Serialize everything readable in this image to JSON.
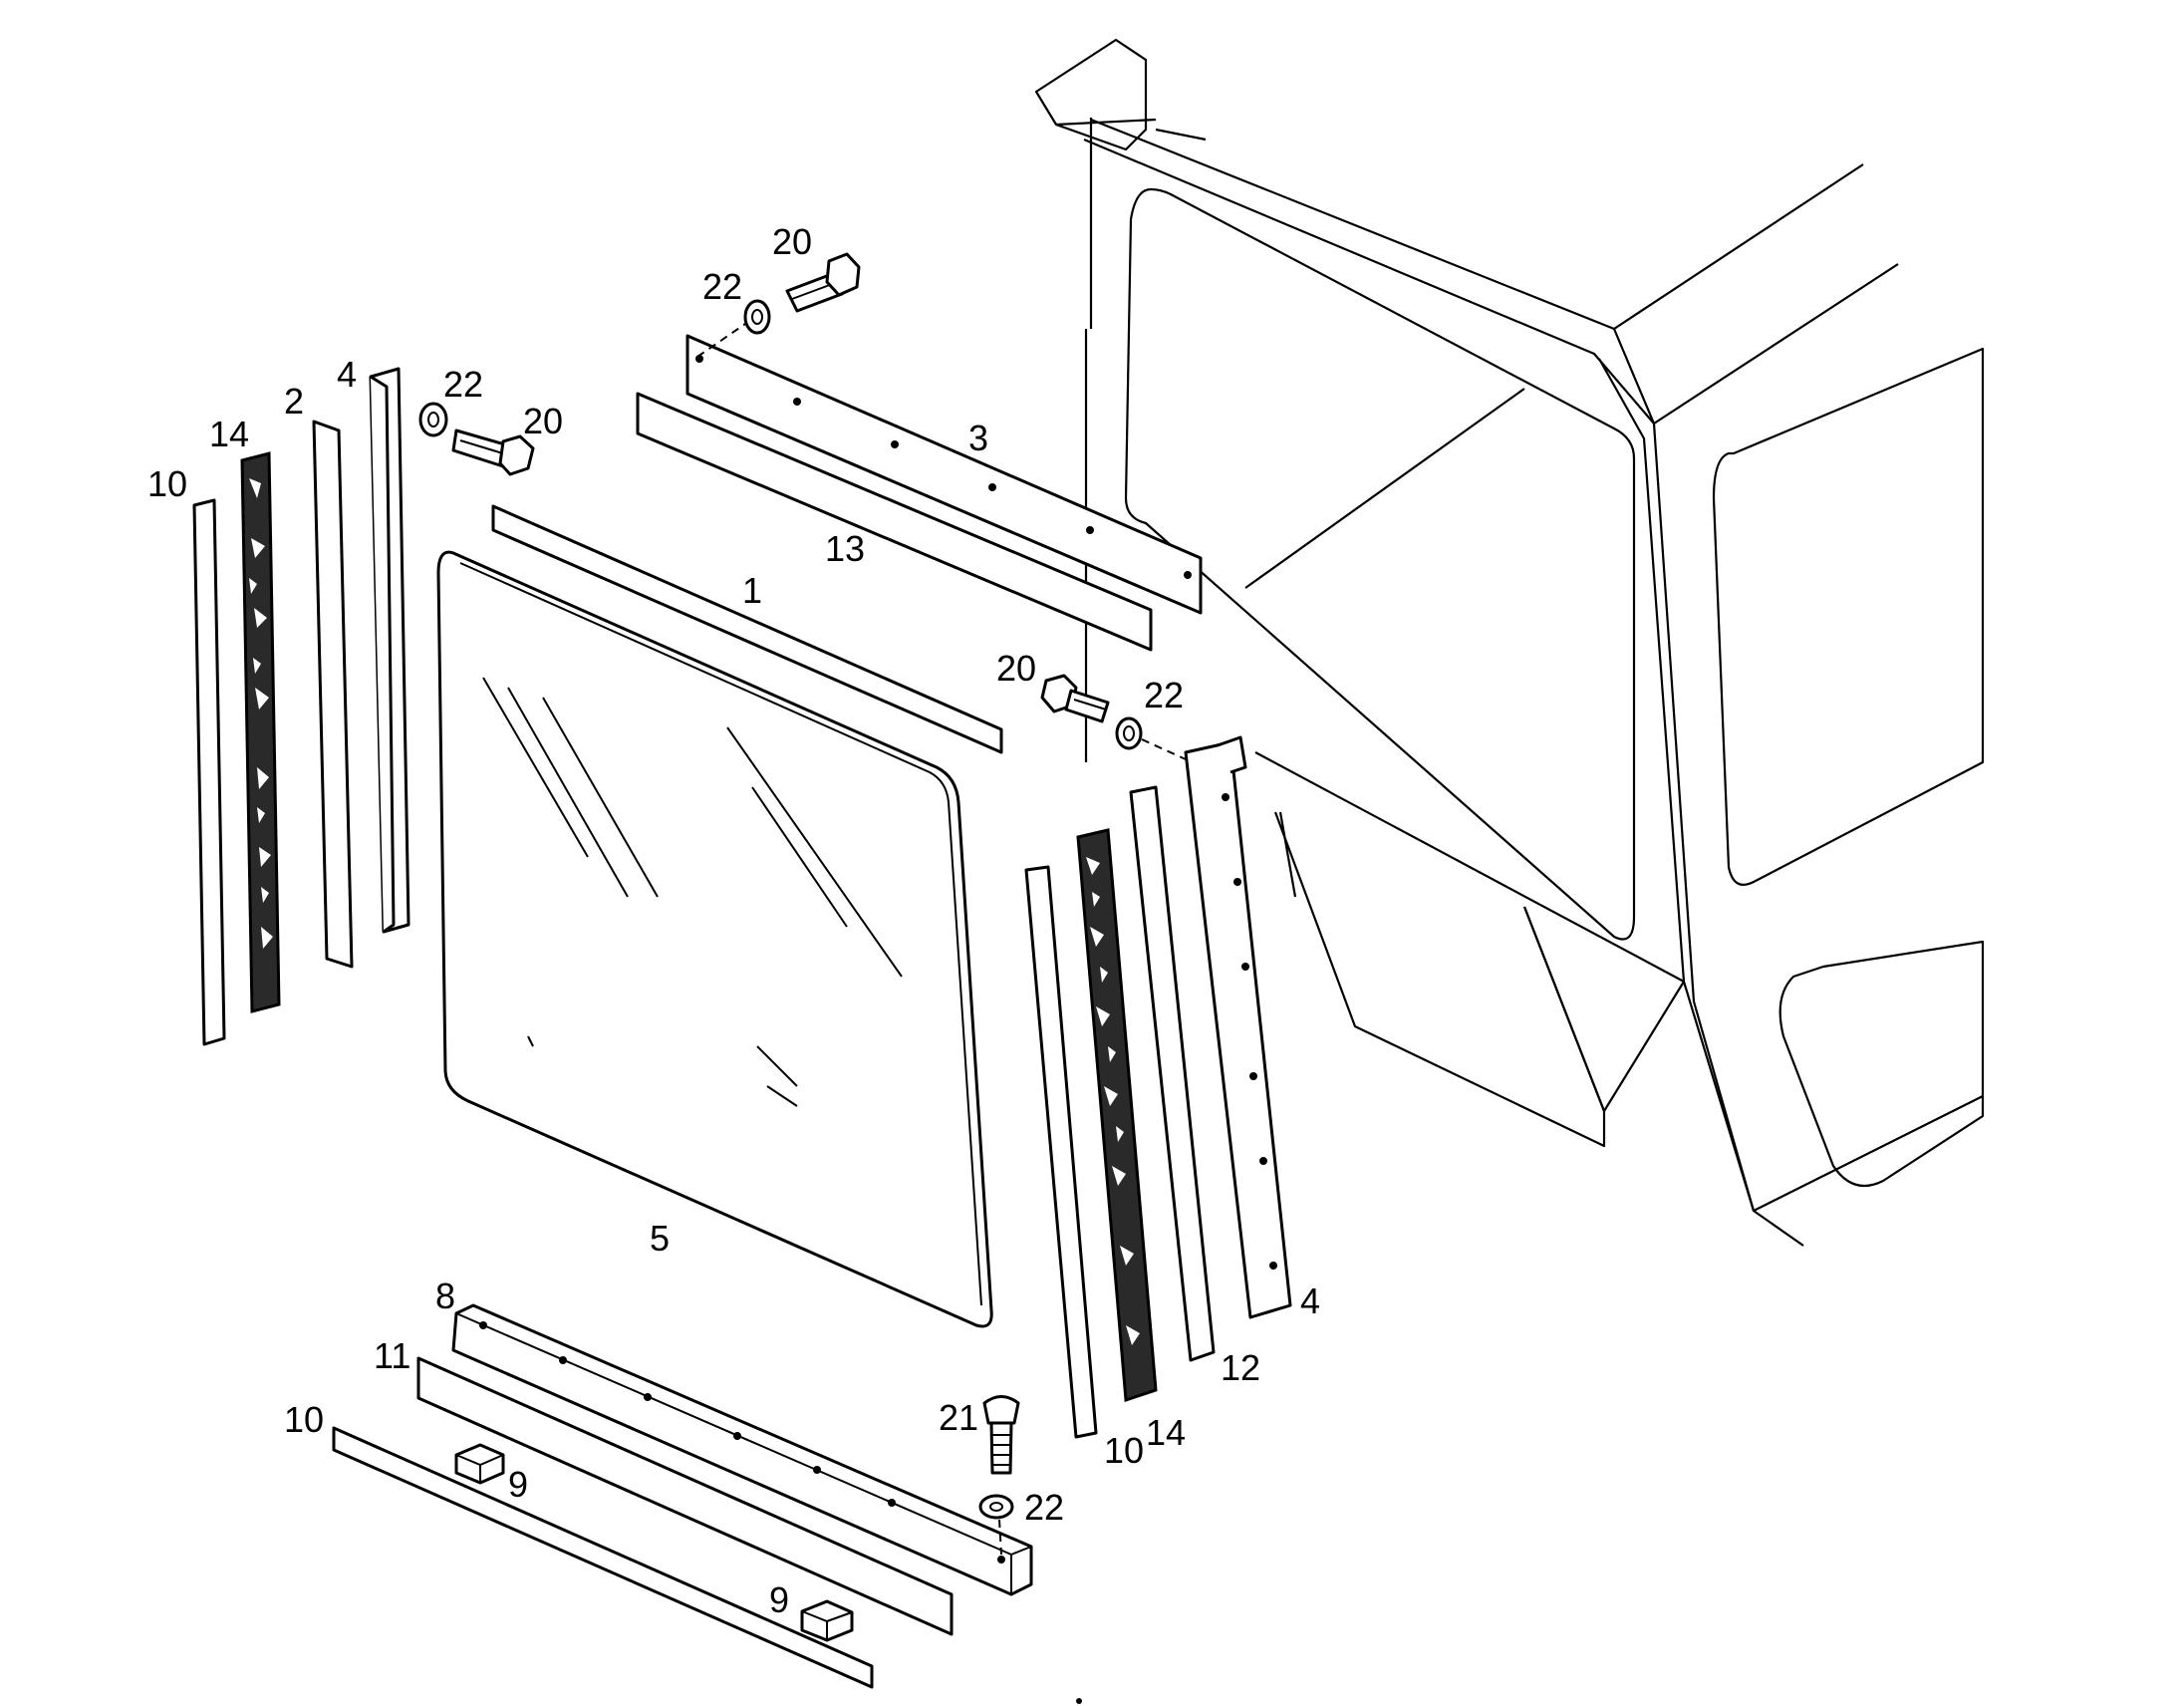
{
  "labels": {
    "p1": "1",
    "p2": "2",
    "p3": "3",
    "p4_left": "4",
    "p4_right": "4",
    "p5": "5",
    "p8": "8",
    "p9_a": "9",
    "p9_b": "9",
    "p10_left": "10",
    "p10_right": "10",
    "p10_bottom": "10",
    "p11": "11",
    "p12": "12",
    "p13": "13",
    "p14_left": "14",
    "p14_right": "14",
    "p20_a": "20",
    "p20_b": "20",
    "p20_c": "20",
    "p21": "21",
    "p22_a": "22",
    "p22_b": "22",
    "p22_c": "22",
    "p22_d": "22"
  }
}
